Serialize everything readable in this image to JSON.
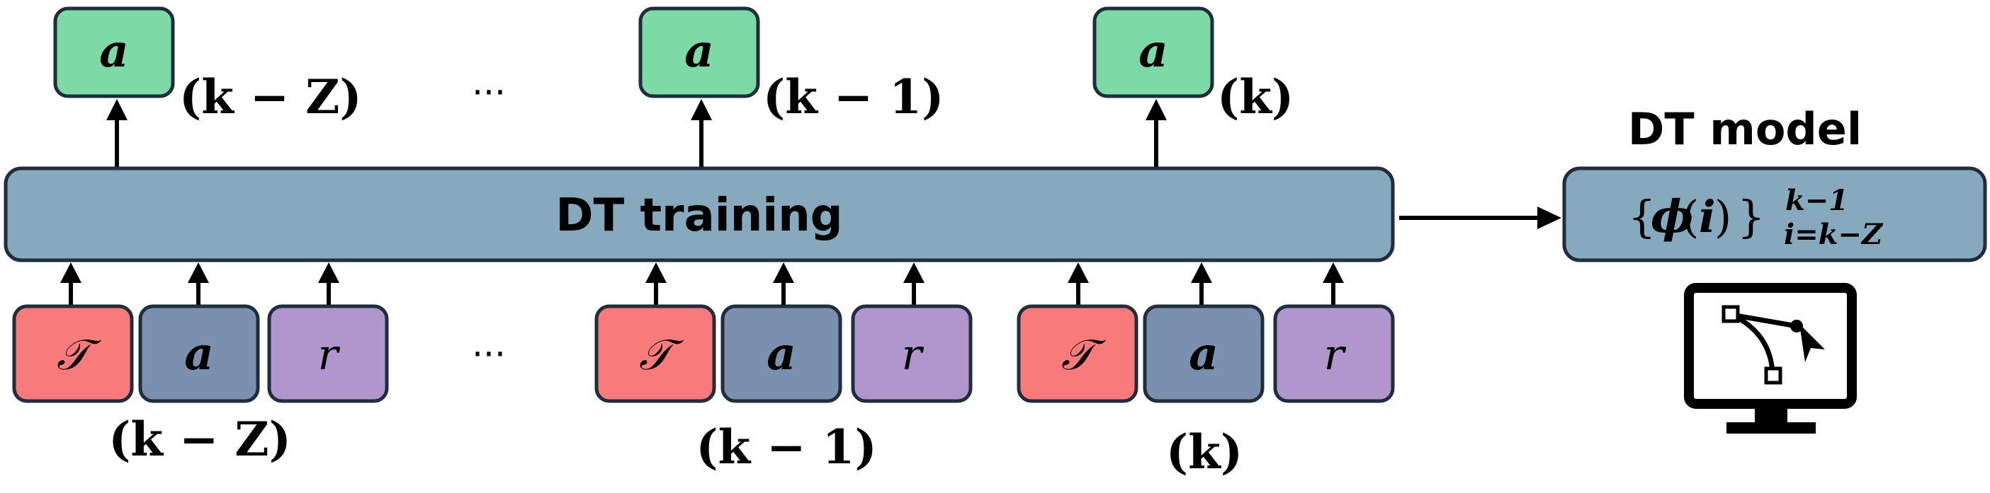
{
  "center_block": {
    "label": "DT training"
  },
  "model": {
    "title": "DT model",
    "brace_open": "{",
    "phi": "ϕ",
    "paren_open": "(",
    "index": "i",
    "paren_close": ")",
    "brace_close": "}",
    "superscript": "k−1",
    "subscript": "i=k−Z"
  },
  "outputs": [
    {
      "symbol": "a",
      "label": "(k − Z)"
    },
    {
      "symbol": "a",
      "label": "(k − 1)"
    },
    {
      "symbol": "a",
      "label": "(k)"
    }
  ],
  "outputs_ellipsis": "···",
  "inputs": [
    {
      "tau": "𝒯",
      "action": "a",
      "reward": "r",
      "label": "(k − Z)"
    },
    {
      "tau": "𝒯",
      "action": "a",
      "reward": "r",
      "label": "(k − 1)"
    },
    {
      "tau": "𝒯",
      "action": "a",
      "reward": "r",
      "label": "(k)"
    }
  ],
  "inputs_ellipsis": "···",
  "icon": "monitor-bezier-icon",
  "colors": {
    "output_box": "#7dd9a6",
    "training_band": "#86a9bd",
    "trajectory_box": "#f87a7a",
    "action_box": "#7b8fae",
    "reward_box": "#b196cd"
  }
}
